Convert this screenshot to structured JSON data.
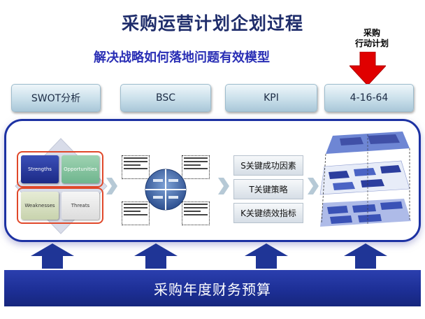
{
  "title": "采购运营计划企划过程",
  "subtitle": "解决战略如何落地问题有效模型",
  "callout": {
    "line1": "采购",
    "line2": "行动计划"
  },
  "tabs": [
    "SWOT分析",
    "BSC",
    "KPI",
    "4-16-64"
  ],
  "swot": {
    "strengths": "Strengths",
    "opportunities": "Opportunities",
    "weaknesses": "Weaknesses",
    "threats": "Threats"
  },
  "kpi": [
    "S关键成功因素",
    "T关键策略",
    "K关键绩效指标"
  ],
  "bottom_bar": "采购年度财务预算",
  "colors": {
    "title": "#1f2d6b",
    "subtitle": "#2a2fb5",
    "frame": "#1d32a3",
    "bar": "#1d2f96",
    "red_arrow": "#e00000",
    "swot_ring": "#e0482a"
  }
}
